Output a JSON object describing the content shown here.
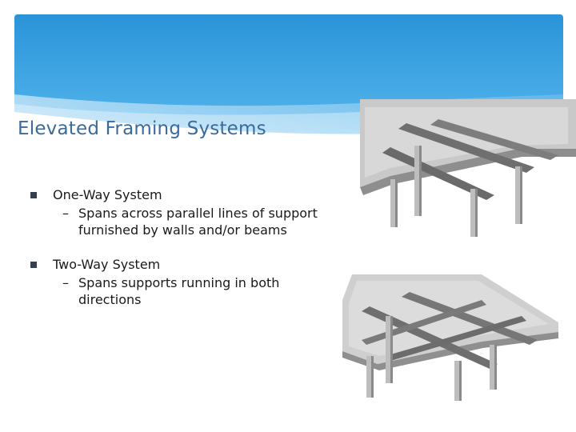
{
  "slide": {
    "title": "Elevated Framing Systems",
    "bullets": [
      {
        "label": "One-Way System",
        "sub": "Spans across parallel lines of support furnished by walls and/or beams"
      },
      {
        "label": "Two-Way System",
        "sub": "Spans supports running in both directions"
      }
    ],
    "dash": "–"
  },
  "colors": {
    "header_top": "#1f8fd6",
    "header_bottom": "#9bd3f6",
    "title": "#3a6b9c",
    "bullet": "#333f4f"
  }
}
